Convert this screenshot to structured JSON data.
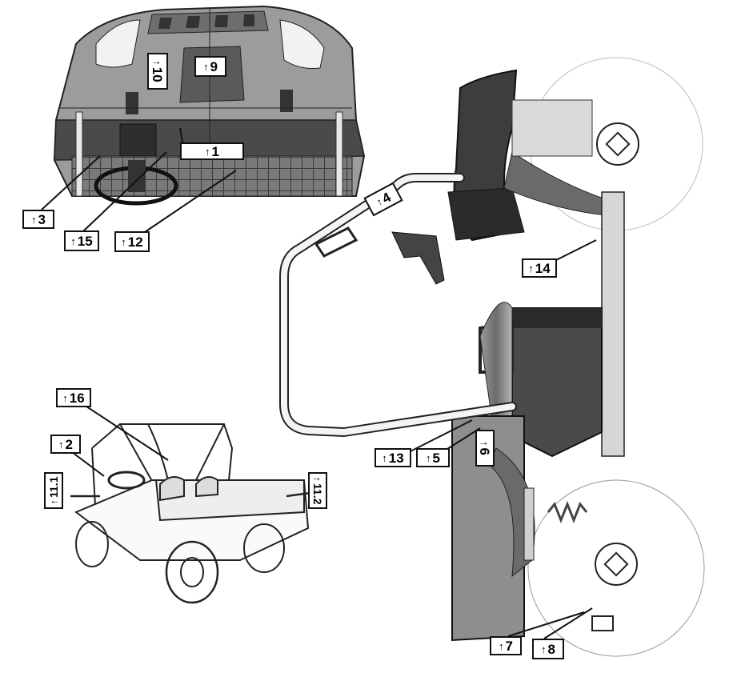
{
  "labels": {
    "l1": "1",
    "l2": "2",
    "l3": "3",
    "l4": "4",
    "l5": "5",
    "l6": "6",
    "l7": "7",
    "l8": "8",
    "l9": "9",
    "l10": "10",
    "l11_1": "11.1",
    "l11_2": "11.2",
    "l12": "12",
    "l13": "13",
    "l14": "14",
    "l15": "15",
    "l16": "16"
  },
  "arrow_glyph": "↑",
  "colors": {
    "ink": "#111111",
    "dark_fill": "#555555",
    "mid_fill": "#8a8a8a",
    "light_fill": "#c8c8c8",
    "paper": "#ffffff"
  }
}
